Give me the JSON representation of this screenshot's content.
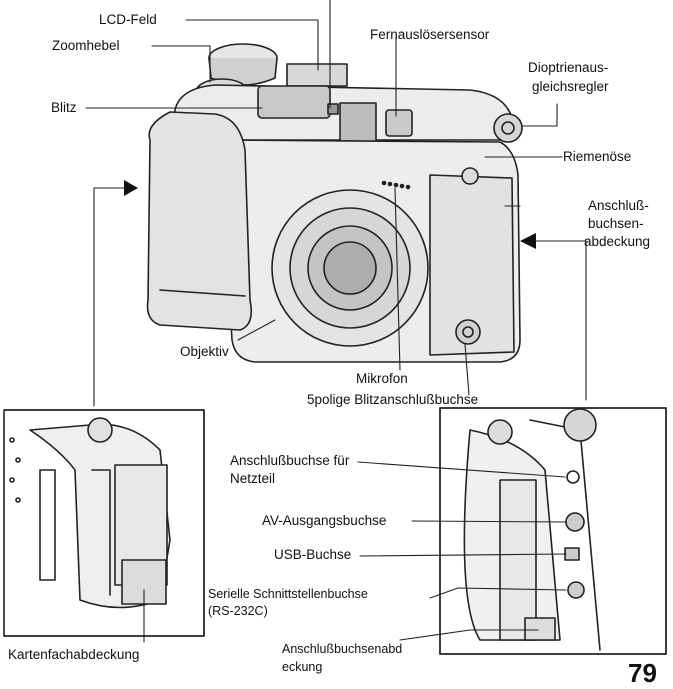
{
  "labels": {
    "lcd_feld": "LCD-Feld",
    "zoomhebel": "Zoomhebel",
    "blitz": "Blitz",
    "fernausloesersensor": "Fernauslösersensor",
    "dioptrie_1": "Dioptrienaus-",
    "dioptrie_2": "gleichsregler",
    "riemenoese": "Riemenöse",
    "anschluss_abd_1": "Anschluß-",
    "anschluss_abd_2": "buchsen-",
    "anschluss_abd_3": "abdeckung",
    "objektiv": "Objektiv",
    "mikrofon": "Mikrofon",
    "blitzanschluss": "5polige Blitzanschlußbuchse",
    "netzteil_1": "Anschlußbuchse für",
    "netzteil_2": "Netzteil",
    "av_ausgang": "AV-Ausgangsbuchse",
    "usb": "USB-Buchse",
    "seriell_1": "Serielle Schnittstellenbuchse",
    "seriell_2": "(RS-232C)",
    "abdeckung_unten_1": "Anschlußbuchsenabd",
    "abdeckung_unten_2": "eckung",
    "kartenfach": "Kartenfachabdeckung"
  },
  "page_number": "79"
}
